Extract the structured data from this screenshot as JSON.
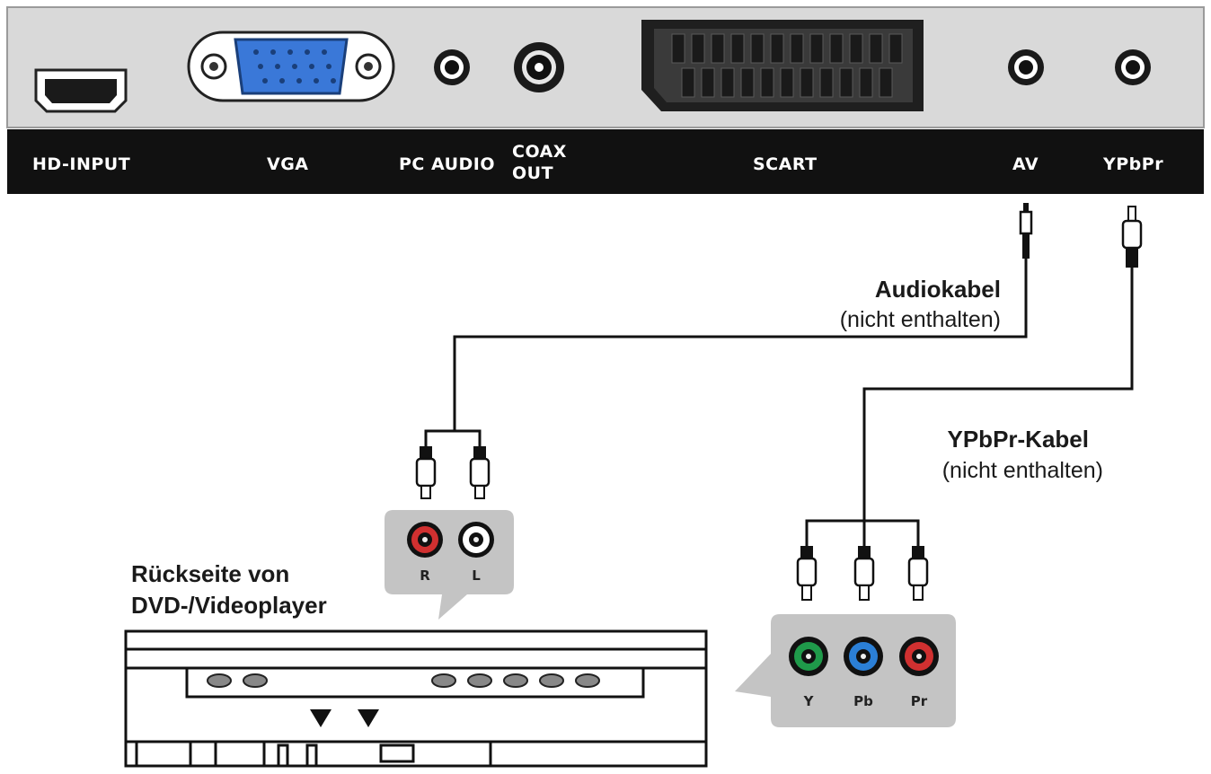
{
  "panel": {
    "ports": [
      {
        "id": "hd-input",
        "label": "HD-INPUT"
      },
      {
        "id": "vga",
        "label": "VGA"
      },
      {
        "id": "pc-audio",
        "label": "PC AUDIO"
      },
      {
        "id": "coax-out",
        "label_line1": "COAX",
        "label_line2": "OUT"
      },
      {
        "id": "scart",
        "label": "SCART"
      },
      {
        "id": "av",
        "label": "AV"
      },
      {
        "id": "ypbpr",
        "label": "YPbPr"
      }
    ]
  },
  "cables": {
    "audio": {
      "title": "Audiokabel",
      "note": "(nicht enthalten)"
    },
    "ypbpr": {
      "title": "YPbPr-Kabel",
      "note": "(nicht enthalten)"
    }
  },
  "device": {
    "title_line1": "Rückseite von",
    "title_line2": "DVD-/Videoplayer"
  },
  "audio_jacks": [
    {
      "label": "R",
      "color": "#d03030"
    },
    {
      "label": "L",
      "color": "#ffffff"
    }
  ],
  "component_jacks": [
    {
      "label": "Y",
      "color": "#1f9a4a"
    },
    {
      "label": "Pb",
      "color": "#2b7fd6"
    },
    {
      "label": "Pr",
      "color": "#d03030"
    }
  ],
  "colors": {
    "panel_gray": "#d9d9d9",
    "label_bar": "#111111",
    "callout_gray": "#c4c4c4",
    "vga_blue": "#3a78d8",
    "cable": "#111111"
  }
}
